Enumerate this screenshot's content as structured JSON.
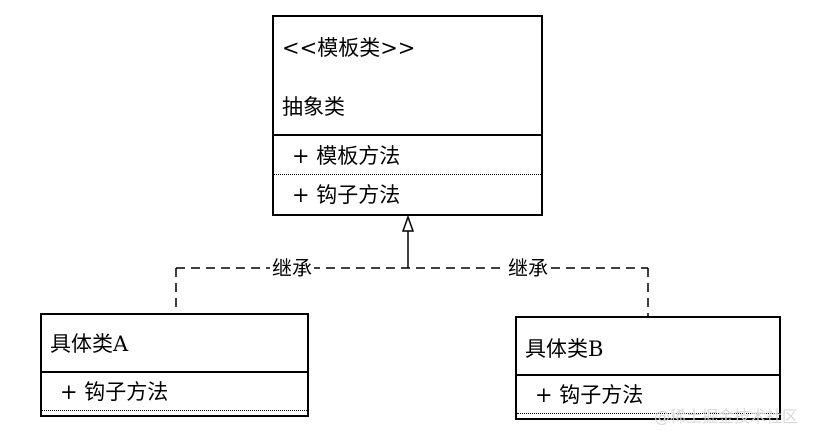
{
  "abstract_class": {
    "stereotype": "<<模板类>>",
    "name": "抽象类",
    "methods": [
      "+  模板方法",
      "+  钩子方法"
    ]
  },
  "concrete_classes": [
    {
      "name": "具体类A",
      "methods": [
        "+  钩子方法"
      ]
    },
    {
      "name": "具体类B",
      "methods": [
        "+  钩子方法"
      ]
    }
  ],
  "relations": [
    {
      "label": "继承",
      "from": "具体类A",
      "to": "抽象类",
      "type": "dashed-generalization"
    },
    {
      "label": "继承",
      "from": "具体类B",
      "to": "抽象类",
      "type": "dashed-generalization"
    }
  ],
  "watermark": "@稀土掘金技术社区"
}
